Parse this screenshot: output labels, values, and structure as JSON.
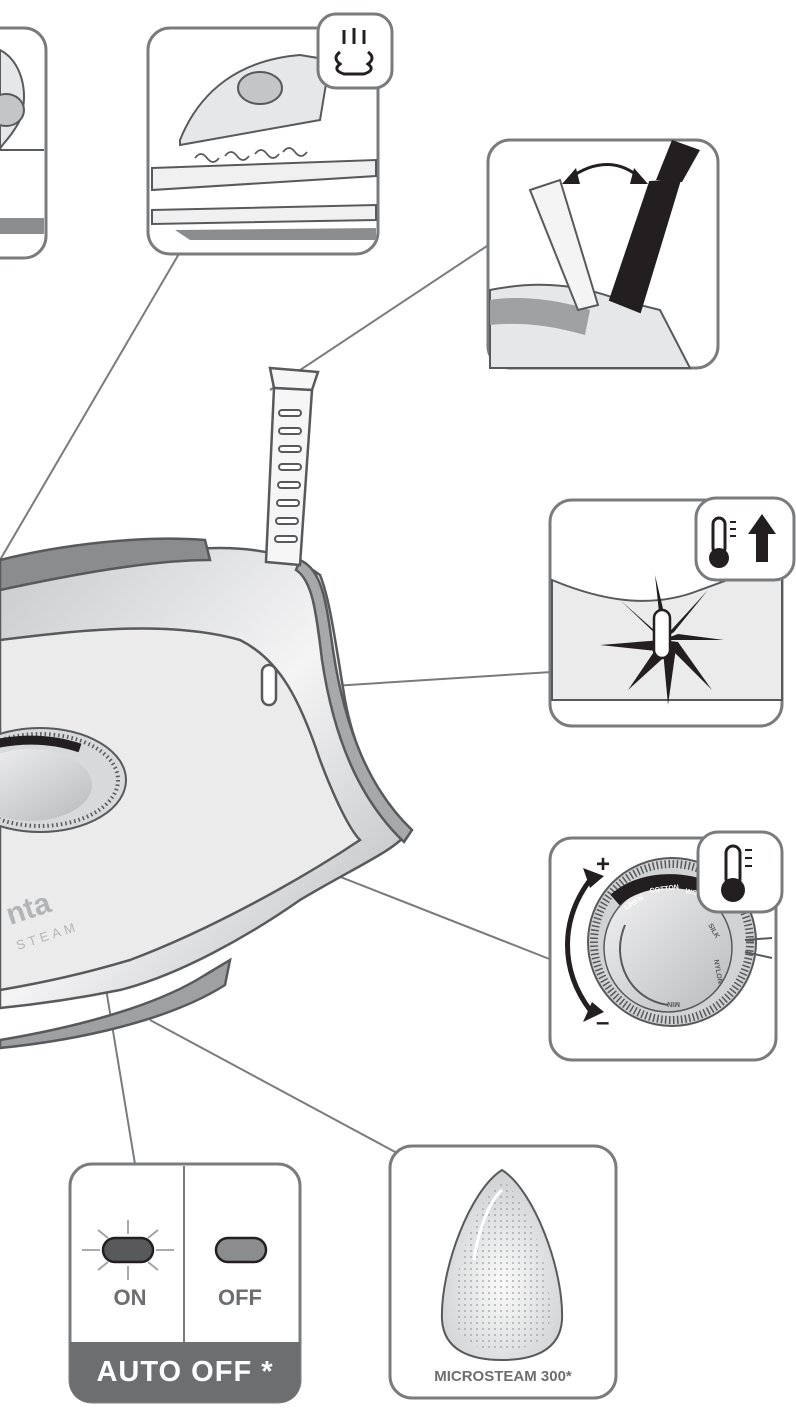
{
  "auto_off": {
    "on_label": "ON",
    "off_label": "OFF",
    "banner": "AUTO OFF *"
  },
  "soleplate": {
    "label": "MICROSTEAM 300*"
  },
  "thermostat": {
    "plus": "+",
    "minus": "–",
    "settings": [
      "LINEN",
      "COTTON",
      "WOOL",
      "SILK",
      "NYLON",
      "MIN"
    ]
  },
  "brand": {
    "name": "nta",
    "sub": "STEAM"
  },
  "colors": {
    "outline": "#58595b",
    "panel_border": "#7a7b7d",
    "label_grey": "#6d6e70",
    "dark": "#231f20",
    "light_fill": "#e6e7e8"
  }
}
